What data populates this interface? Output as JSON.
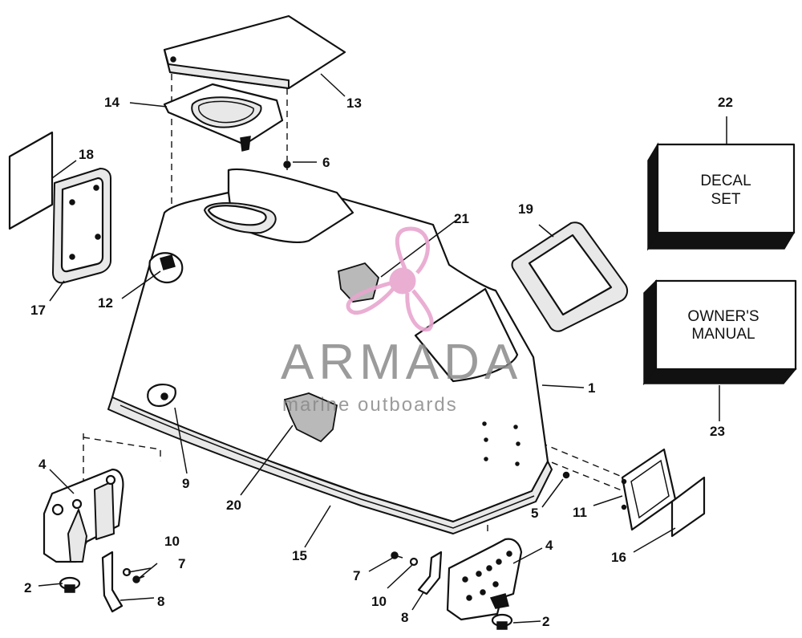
{
  "callouts": {
    "c1": "1",
    "c2a": "2",
    "c2b": "2",
    "c4a": "4",
    "c4b": "4",
    "c5": "5",
    "c6": "6",
    "c7a": "7",
    "c7b": "7",
    "c8a": "8",
    "c8b": "8",
    "c9": "9",
    "c10a": "10",
    "c10b": "10",
    "c11": "11",
    "c12": "12",
    "c13": "13",
    "c14": "14",
    "c15": "15",
    "c16": "16",
    "c17": "17",
    "c18": "18",
    "c19": "19",
    "c20": "20",
    "c21": "21",
    "c22": "22",
    "c23": "23"
  },
  "boxes": {
    "decal_line1": "DECAL",
    "decal_line2": "SET",
    "manual_line1": "OWNER'S",
    "manual_line2": "MANUAL"
  },
  "watermark": {
    "brand": "ARMADA",
    "tagline": "marine outboards",
    "logo_icon": "propeller-icon",
    "brand_color": "#e8a6cf"
  }
}
